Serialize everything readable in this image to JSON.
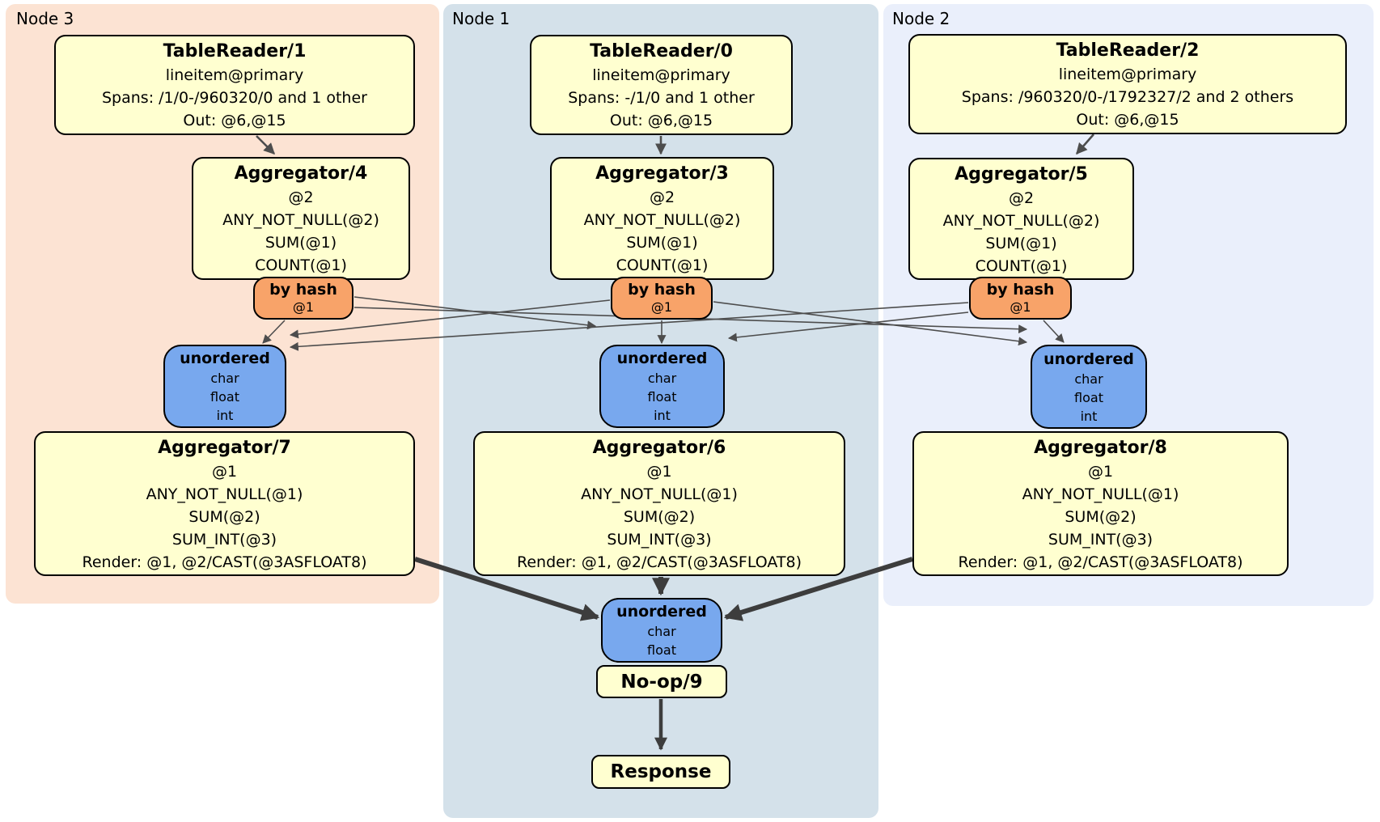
{
  "regions": [
    {
      "id": "node3",
      "label": "Node 3"
    },
    {
      "id": "node1",
      "label": "Node 1"
    },
    {
      "id": "node2",
      "label": "Node 2"
    }
  ],
  "processors": {
    "tr1": {
      "title": "TableReader/1",
      "lines": [
        "lineitem@primary",
        "Spans: /1/0-/960320/0 and 1 other",
        "Out: @6,@15"
      ]
    },
    "tr0": {
      "title": "TableReader/0",
      "lines": [
        "lineitem@primary",
        "Spans: -/1/0 and 1 other",
        "Out: @6,@15"
      ]
    },
    "tr2": {
      "title": "TableReader/2",
      "lines": [
        "lineitem@primary",
        "Spans: /960320/0-/1792327/2 and 2 others",
        "Out: @6,@15"
      ]
    },
    "agg4": {
      "title": "Aggregator/4",
      "lines": [
        "@2",
        "ANY_NOT_NULL(@2)",
        "SUM(@1)",
        "COUNT(@1)"
      ]
    },
    "agg3": {
      "title": "Aggregator/3",
      "lines": [
        "@2",
        "ANY_NOT_NULL(@2)",
        "SUM(@1)",
        "COUNT(@1)"
      ]
    },
    "agg5": {
      "title": "Aggregator/5",
      "lines": [
        "@2",
        "ANY_NOT_NULL(@2)",
        "SUM(@1)",
        "COUNT(@1)"
      ]
    },
    "agg7": {
      "title": "Aggregator/7",
      "lines": [
        "@1",
        "ANY_NOT_NULL(@1)",
        "SUM(@2)",
        "SUM_INT(@3)",
        "Render: @1, @2/CAST(@3ASFLOAT8)"
      ]
    },
    "agg6": {
      "title": "Aggregator/6",
      "lines": [
        "@1",
        "ANY_NOT_NULL(@1)",
        "SUM(@2)",
        "SUM_INT(@3)",
        "Render: @1, @2/CAST(@3ASFLOAT8)"
      ]
    },
    "agg8": {
      "title": "Aggregator/8",
      "lines": [
        "@1",
        "ANY_NOT_NULL(@1)",
        "SUM(@2)",
        "SUM_INT(@3)",
        "Render: @1, @2/CAST(@3ASFLOAT8)"
      ]
    },
    "noop": {
      "title": "No-op/9"
    },
    "response": {
      "title": "Response"
    }
  },
  "routers": {
    "hash3": {
      "title": "by hash",
      "lines": [
        "@1"
      ]
    },
    "hash1": {
      "title": "by hash",
      "lines": [
        "@1"
      ]
    },
    "hash2": {
      "title": "by hash",
      "lines": [
        "@1"
      ]
    }
  },
  "syncs": {
    "sync3": {
      "title": "unordered",
      "lines": [
        "char",
        "float",
        "int"
      ]
    },
    "sync1": {
      "title": "unordered",
      "lines": [
        "char",
        "float",
        "int"
      ]
    },
    "sync2": {
      "title": "unordered",
      "lines": [
        "char",
        "float",
        "int"
      ]
    },
    "syncFinal": {
      "title": "unordered",
      "lines": [
        "char",
        "float"
      ]
    }
  },
  "colors": {
    "node3-bg": "#fce3d3",
    "node1-bg": "#d4e1ea",
    "node2-bg": "#eaeffb",
    "box-yellow": "#ffffd0",
    "router-orange": "#f8a369",
    "sync-blue": "#78a8ee",
    "edge": "#4d4d4d",
    "edge-thick": "#3d3d3d",
    "border": "#000000"
  }
}
